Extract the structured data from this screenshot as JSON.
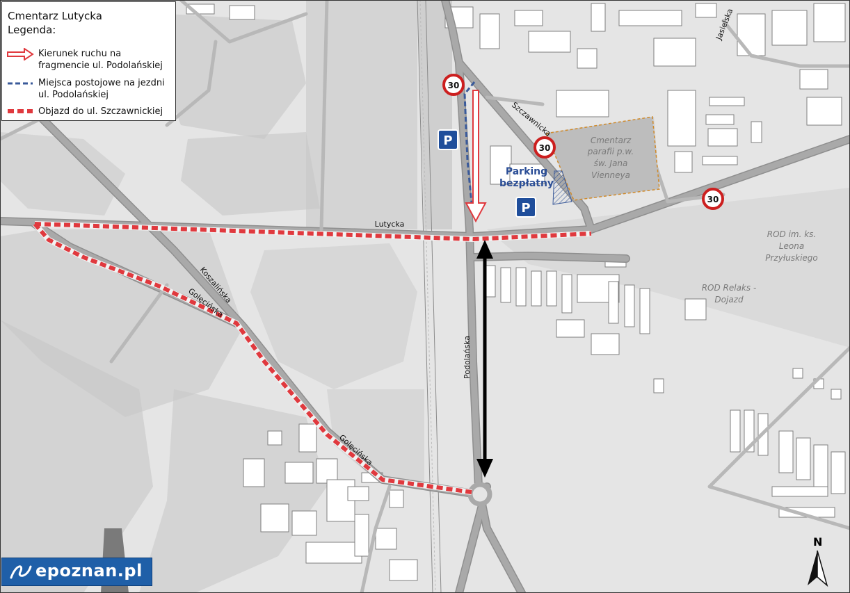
{
  "legend": {
    "title": "Cmentarz Lutycka",
    "subtitle": "Legenda:",
    "items": [
      {
        "label": "Kierunek ruchu na fragmencie ul. Podolańskiej",
        "symbol": "hollow-red-arrow-icon"
      },
      {
        "label": "Miejsca postojowe na jezdni ul. Podolańskiej",
        "symbol": "blue-dashed-line"
      },
      {
        "label": "Objazd do ul. Szczawnickiej",
        "symbol": "red-dashed-line"
      }
    ]
  },
  "streets": {
    "lutycka": "Lutycka",
    "szczawnicka": "Szczawnicka",
    "jasielska": "Jasielska",
    "koszalinska": "Koszalińska",
    "golecinska_upper": "Golęcińska",
    "golecinska_lower": "Golęcińska",
    "podolanska": "Podolańska"
  },
  "places": {
    "parking_line1": "Parking",
    "parking_line2": "bezpłatny",
    "cemetery": [
      "Cmentarz",
      "parafii p.w.",
      "św. Jana",
      "Vienneya"
    ],
    "rod_przyluskiego": [
      "ROD im. ks.",
      "Leona",
      "Przyłuskiego"
    ],
    "rod_relaks": [
      "ROD Relaks -",
      "Dojazd"
    ]
  },
  "signs": {
    "speed_limit": "30",
    "parking": "P"
  },
  "brand": {
    "logo_text": "epoznan.pl"
  },
  "north_arrow": {
    "label": "N"
  },
  "colors": {
    "background": "#e6e6e6",
    "green_area": "#c8c8c8",
    "road": "#a3a3a3",
    "road_outline": "#909090",
    "building": "#ffffff",
    "detour": "#e0393e",
    "parking_lane": "#3a5a9a",
    "direction_arrow": "#e0393e",
    "parking_sign": "#1f4e9b",
    "speed_ring": "#cc1f1f",
    "cemetery_border": "#d08a2a",
    "logo_bg": "#1f5fa8"
  }
}
